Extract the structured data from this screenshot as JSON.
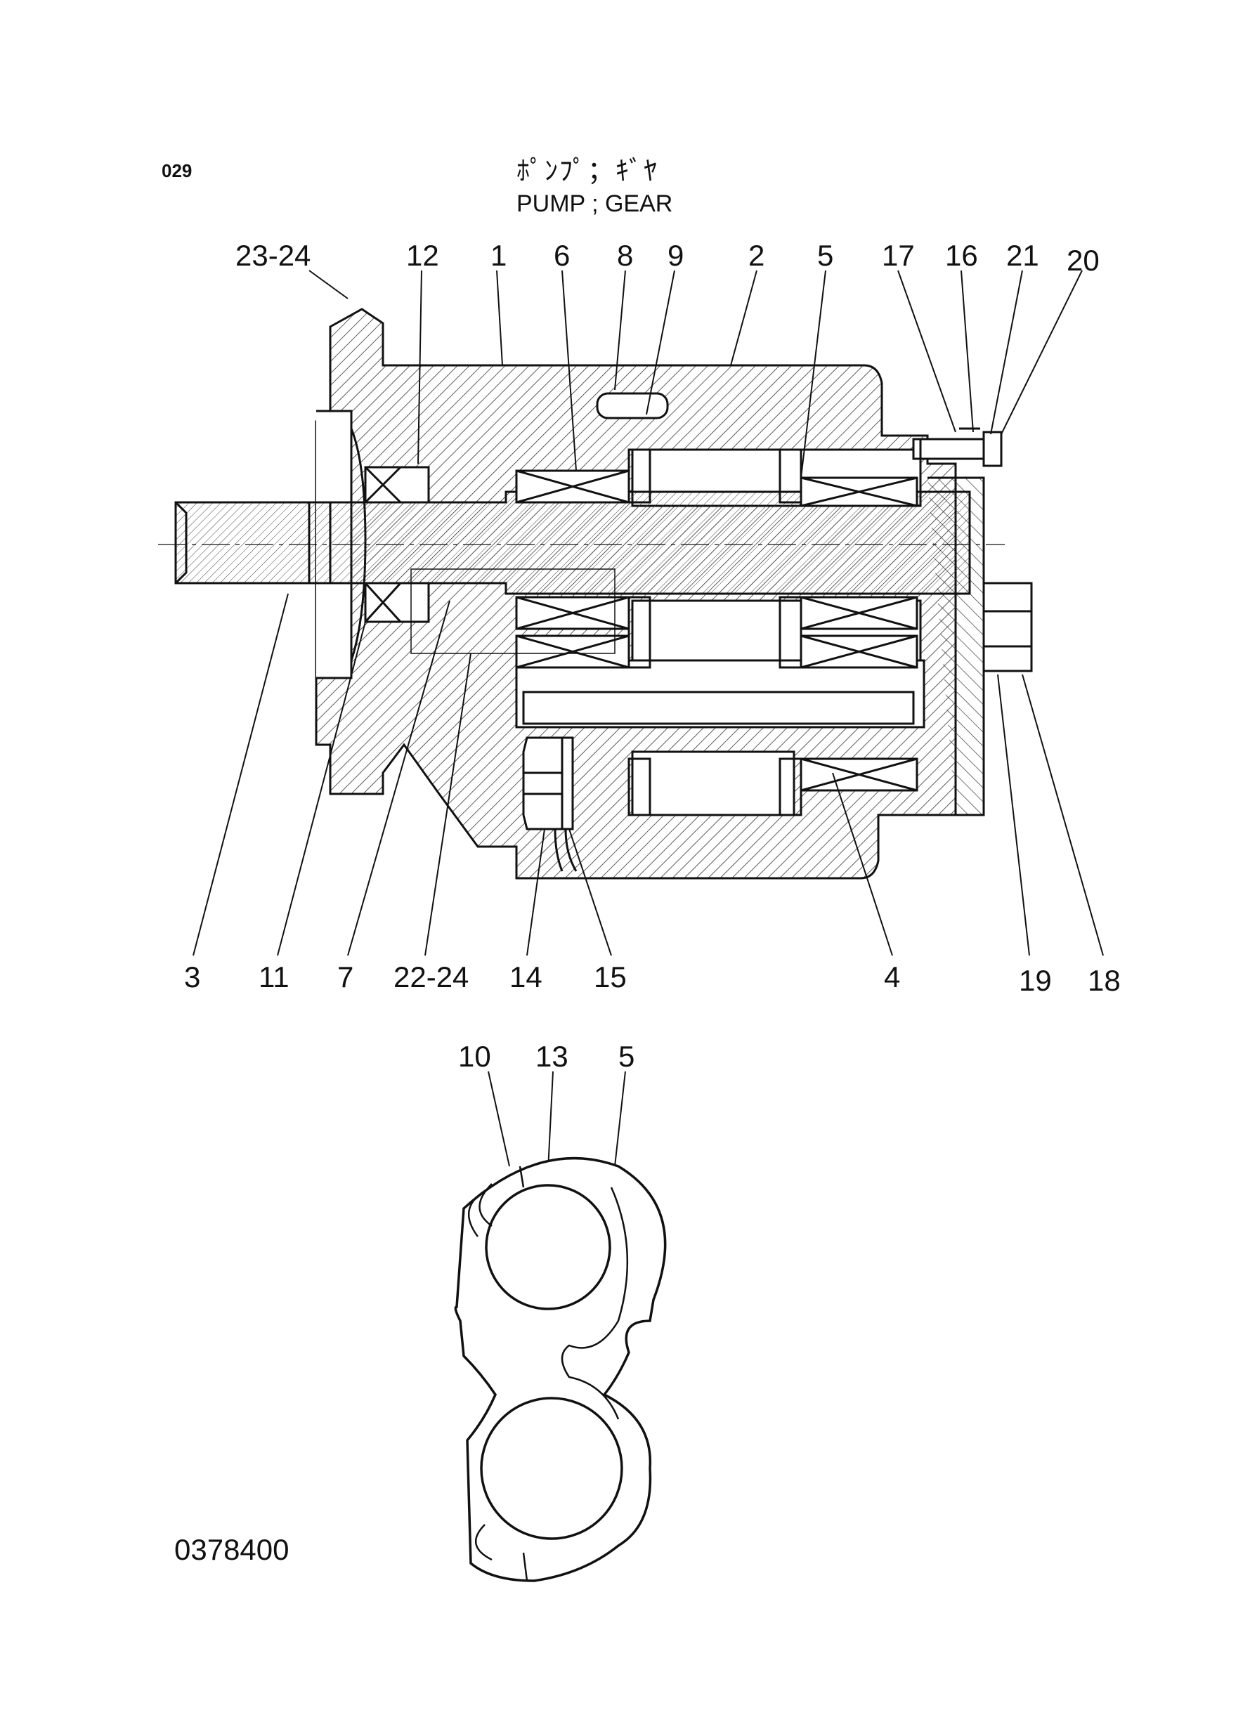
{
  "header": {
    "page_number": "029",
    "title_jp": "ﾎﾟﾝﾌﾟ；ｷﾞﾔ",
    "title_en": "PUMP ; GEAR"
  },
  "footer": {
    "drawing_code": "0378400"
  },
  "callouts": {
    "top": [
      "23-24",
      "12",
      "1",
      "6",
      "8",
      "9",
      "2",
      "5",
      "17",
      "16",
      "21",
      "20"
    ],
    "bottom": [
      "3",
      "11",
      "7",
      "22-24",
      "14",
      "15",
      "4",
      "19",
      "18"
    ],
    "plate": [
      "10",
      "13",
      "5"
    ]
  },
  "colors": {
    "line": "#111111",
    "hatch": "#333333",
    "background": "#ffffff"
  }
}
